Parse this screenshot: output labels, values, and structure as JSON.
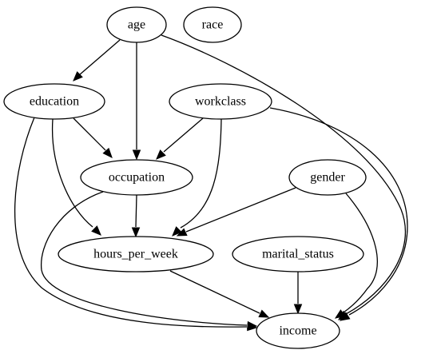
{
  "graph": {
    "nodes": [
      {
        "id": "age",
        "label": "age"
      },
      {
        "id": "race",
        "label": "race"
      },
      {
        "id": "education",
        "label": "education"
      },
      {
        "id": "workclass",
        "label": "workclass"
      },
      {
        "id": "occupation",
        "label": "occupation"
      },
      {
        "id": "gender",
        "label": "gender"
      },
      {
        "id": "hours_per_week",
        "label": "hours_per_week"
      },
      {
        "id": "marital_status",
        "label": "marital_status"
      },
      {
        "id": "income",
        "label": "income"
      }
    ],
    "edges": [
      {
        "from": "age",
        "to": "education"
      },
      {
        "from": "age",
        "to": "occupation"
      },
      {
        "from": "age",
        "to": "income"
      },
      {
        "from": "education",
        "to": "occupation"
      },
      {
        "from": "education",
        "to": "hours_per_week"
      },
      {
        "from": "education",
        "to": "income"
      },
      {
        "from": "workclass",
        "to": "occupation"
      },
      {
        "from": "workclass",
        "to": "hours_per_week"
      },
      {
        "from": "workclass",
        "to": "income"
      },
      {
        "from": "occupation",
        "to": "hours_per_week"
      },
      {
        "from": "occupation",
        "to": "income"
      },
      {
        "from": "gender",
        "to": "hours_per_week"
      },
      {
        "from": "gender",
        "to": "income"
      },
      {
        "from": "hours_per_week",
        "to": "income"
      },
      {
        "from": "marital_status",
        "to": "income"
      }
    ]
  }
}
